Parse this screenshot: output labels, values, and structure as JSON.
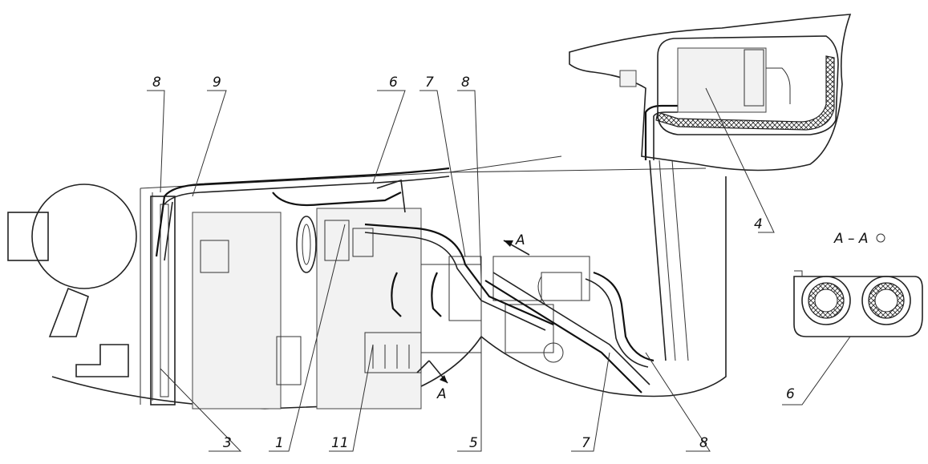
{
  "callouts": {
    "c8a": "8",
    "c9": "9",
    "c6a": "6",
    "c7a": "7",
    "c8b": "8",
    "c4": "4",
    "c3": "3",
    "c1": "1",
    "c11": "11",
    "c5": "5",
    "c7b": "7",
    "c8c": "8",
    "c6b": "6"
  },
  "section": {
    "title": "A – A",
    "arrow_letter_top": "A",
    "arrow_letter_bottom": "A"
  }
}
